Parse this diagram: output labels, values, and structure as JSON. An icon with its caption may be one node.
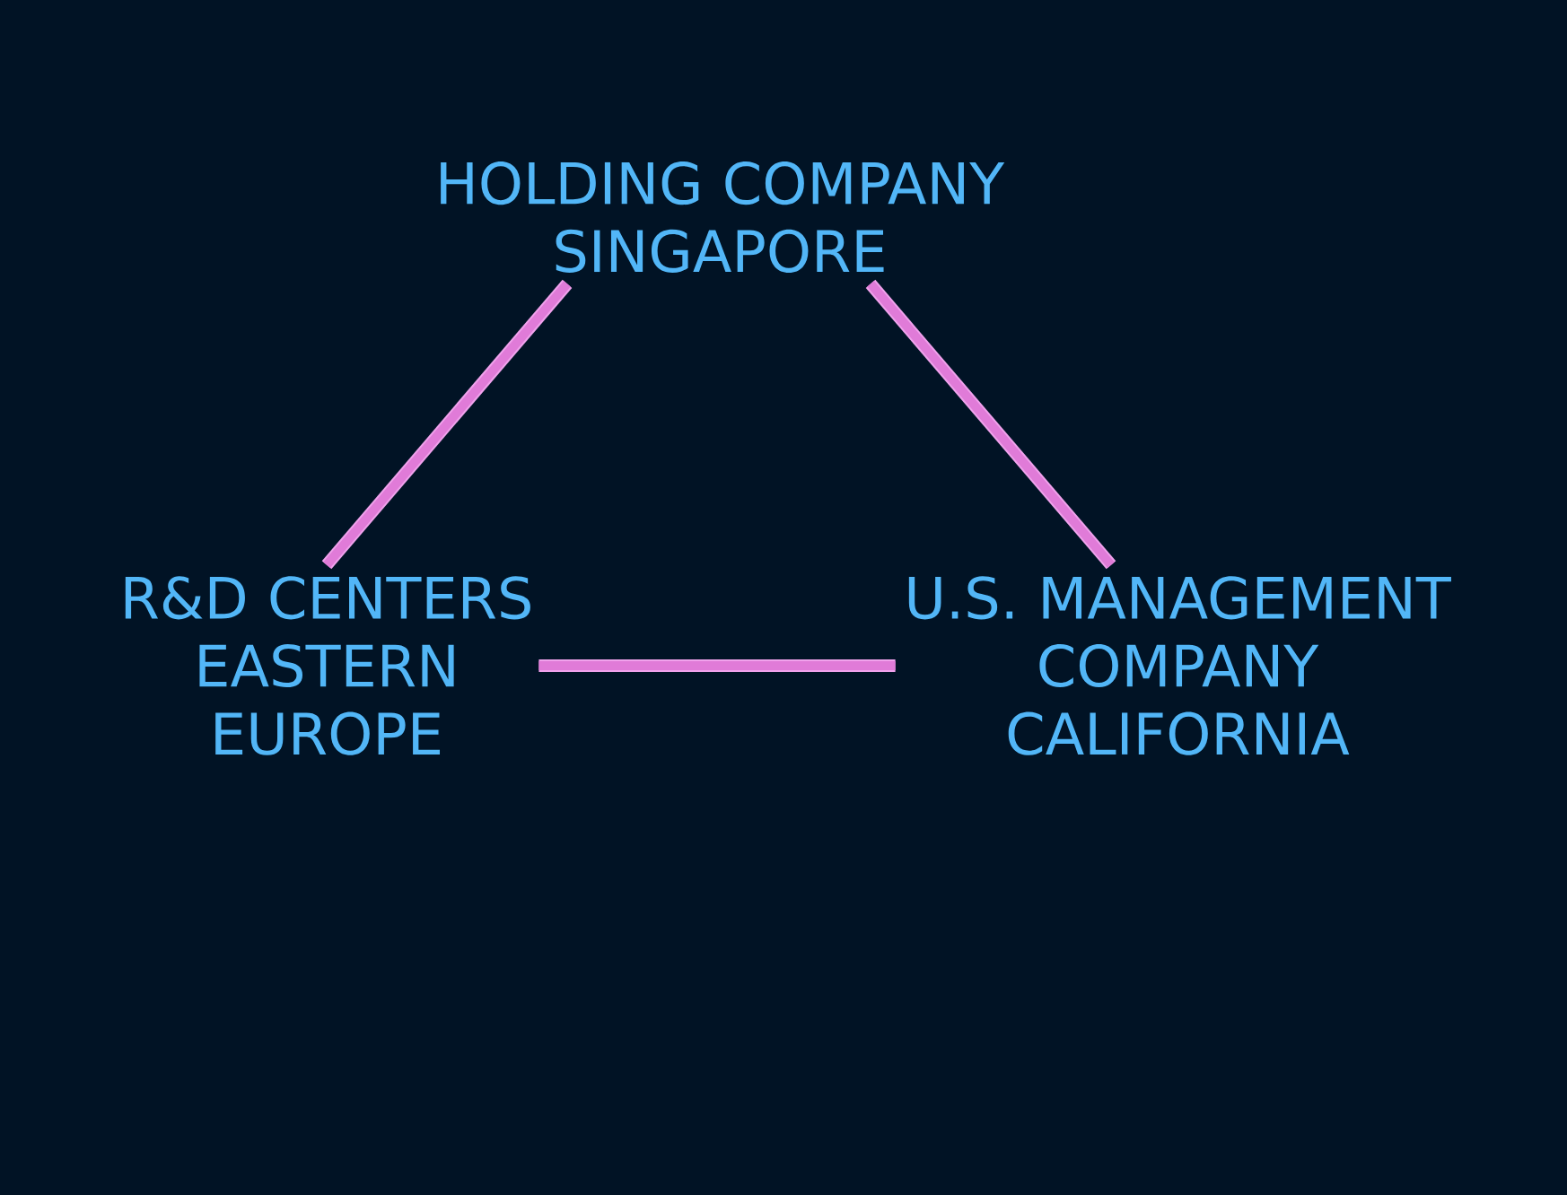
{
  "diagram": {
    "nodes": [
      {
        "text": [
          "HOLDING COMPANY SINGAPORE"
        ]
      },
      {
        "text": [
          "R&D CENTERS EASTERN EUROPE"
        ]
      },
      {
        "text": [
          "U.S. MANAGEMENT COMPANY CALIFORNIA"
        ]
      }
    ],
    "edges": [
      {
        "from": 0,
        "to": 1,
        "arrow": "none"
      },
      {
        "from": 0,
        "to": 2,
        "arrow": "none"
      },
      {
        "from": 1,
        "to": 2,
        "arrow": "none"
      }
    ]
  }
}
